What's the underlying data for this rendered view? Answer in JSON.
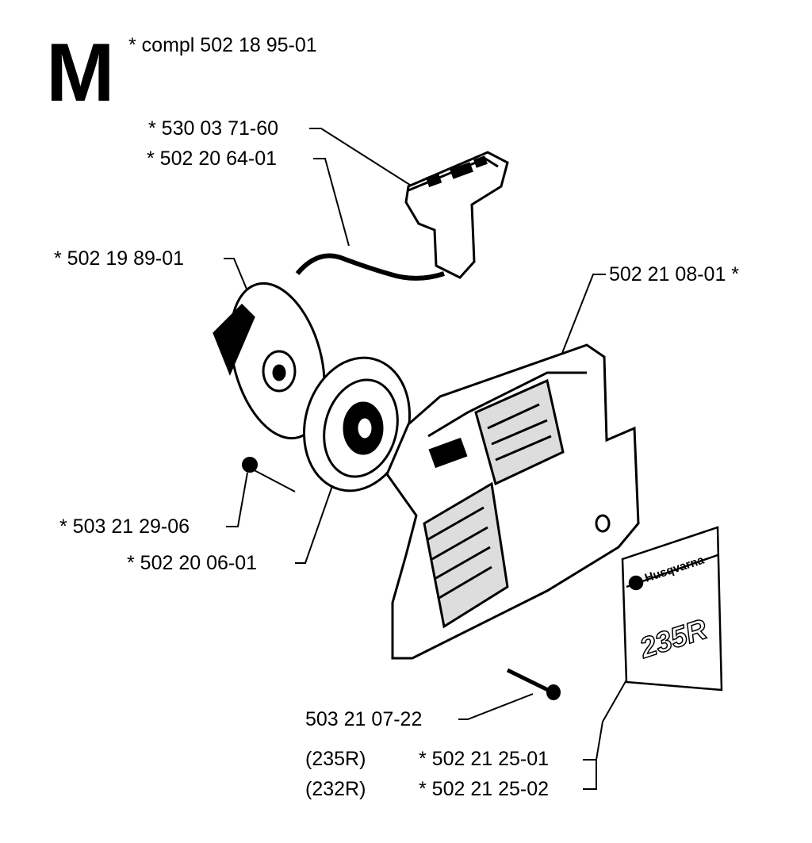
{
  "section": "M",
  "complete_set": "*  compl 502 18 95-01",
  "labels": {
    "handle": "*  530 03 71-60",
    "cord": "*  502 20 64-01",
    "spring_cassette": "*  502 19 89-01",
    "cover": "502 21 08-01  *",
    "screw_small": "*  503 21 29-06",
    "pulley": "*  502 20 06-01",
    "cover_screw": "503 21 07-22",
    "decal_235": {
      "model": "(235R)",
      "part": "*  502 21 25-01"
    },
    "decal_232": {
      "model": "(232R)",
      "part": "*  502 21 25-02"
    }
  },
  "decal_text": {
    "brand": "Husqvarna",
    "model": "235R"
  }
}
